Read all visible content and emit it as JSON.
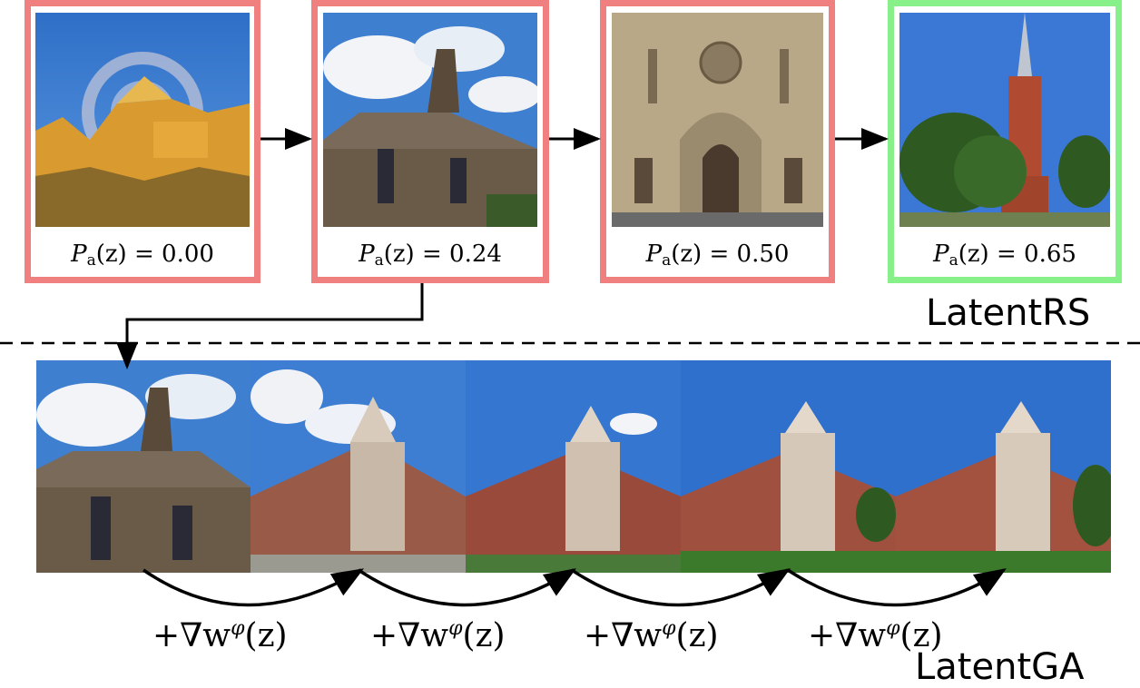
{
  "latent_rs": {
    "label": "LatentRS",
    "samples": [
      {
        "value": "0.00",
        "status": "rejected"
      },
      {
        "value": "0.24",
        "status": "rejected"
      },
      {
        "value": "0.50",
        "status": "rejected"
      },
      {
        "value": "0.65",
        "status": "accepted"
      }
    ]
  },
  "latent_ga": {
    "label": "LatentGA",
    "step_label": "+∇w",
    "step_superscript": "φ",
    "step_arg": "(z)"
  },
  "caption_parts": {
    "symbol": "P",
    "subscript": "a",
    "arg": "(z) = "
  },
  "colors": {
    "rejected": "#f08080",
    "accepted": "#88f088"
  }
}
